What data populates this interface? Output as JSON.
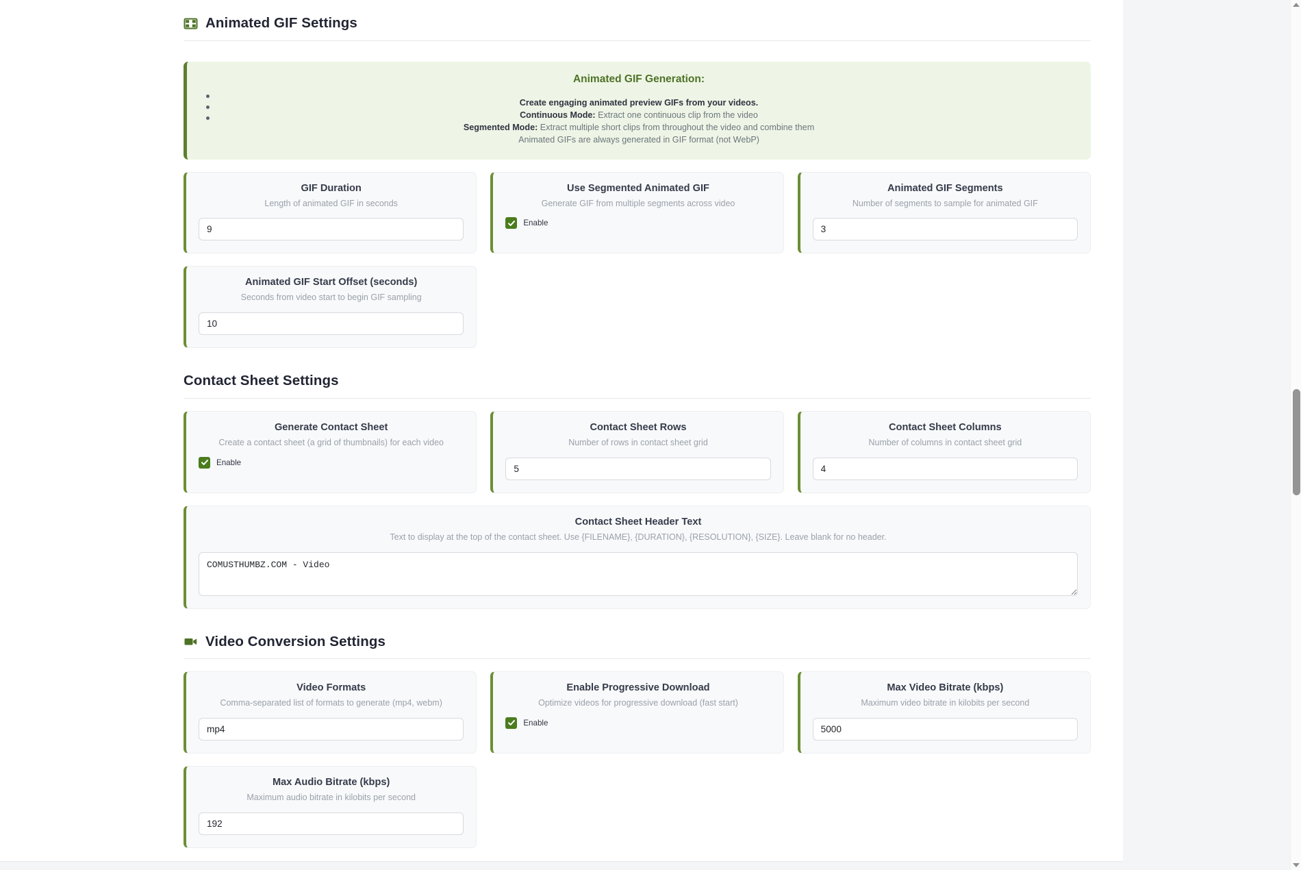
{
  "sections": {
    "gif": {
      "heading": "Animated GIF Settings",
      "icon": "film-grid-icon",
      "banner": {
        "title": "Animated GIF Generation:",
        "lines": [
          "Create engaging animated preview GIFs from your videos.",
          "Continuous Mode: Extract one continuous clip from the video",
          "Segmented Mode: Extract multiple short clips from throughout the video and combine them",
          "Animated GIFs are always generated in GIF format (not WebP)"
        ],
        "line1": "Create engaging animated preview GIFs from your videos.",
        "line2_strong": "Continuous Mode:",
        "line2_rest": " Extract one continuous clip from the video",
        "line3_strong": "Segmented Mode:",
        "line3_rest": " Extract multiple short clips from throughout the video and combine them",
        "line4": "Animated GIFs are always generated in GIF format (not WebP)",
        "bullet_count": 3
      },
      "cards": [
        {
          "title": "GIF Duration",
          "desc": "Length of animated GIF in seconds",
          "value": "9",
          "type": "number"
        },
        {
          "title": "Use Segmented Animated GIF",
          "desc": "Generate GIF from multiple segments across video",
          "checkbox_label": "Enable",
          "checked": true,
          "type": "checkbox"
        },
        {
          "title": "Animated GIF Segments",
          "desc": "Number of segments to sample for animated GIF",
          "value": "3",
          "type": "number"
        },
        {
          "title": "Animated GIF Start Offset (seconds)",
          "desc": "Seconds from video start to begin GIF sampling",
          "value": "10",
          "type": "number"
        }
      ]
    },
    "contact_sheet": {
      "heading": "Contact Sheet Settings",
      "icon": "none",
      "cards": [
        {
          "title": "Generate Contact Sheet",
          "desc": "Create a contact sheet (a grid of thumbnails) for each video",
          "checkbox_label": "Enable",
          "checked": true,
          "type": "checkbox"
        },
        {
          "title": "Contact Sheet Rows",
          "desc": "Number of rows in contact sheet grid",
          "value": "5",
          "type": "number"
        },
        {
          "title": "Contact Sheet Columns",
          "desc": "Number of columns in contact sheet grid",
          "value": "4",
          "type": "number"
        },
        {
          "title": "Contact Sheet Header Text",
          "desc": "Text to display at the top of the contact sheet. Use {FILENAME}, {DURATION}, {RESOLUTION}, {SIZE}. Leave blank for no header.",
          "value": "COMUSTHUMBZ.COM - Video",
          "type": "textarea"
        }
      ]
    },
    "video_conversion": {
      "heading": "Video Conversion Settings",
      "icon": "video-camera-icon",
      "cards": [
        {
          "title": "Video Formats",
          "desc": "Comma-separated list of formats to generate (mp4, webm)",
          "value": "mp4",
          "type": "text"
        },
        {
          "title": "Enable Progressive Download",
          "desc": "Optimize videos for progressive download (fast start)",
          "checkbox_label": "Enable",
          "checked": true,
          "type": "checkbox"
        },
        {
          "title": "Max Video Bitrate (kbps)",
          "desc": "Maximum video bitrate in kilobits per second",
          "value": "5000",
          "type": "number"
        },
        {
          "title": "Max Audio Bitrate (kbps)",
          "desc": "Maximum audio bitrate in kilobits per second",
          "value": "192",
          "type": "number"
        }
      ]
    }
  },
  "colors": {
    "accent_green": "#6b8e35",
    "banner_bg": "#eef5e6",
    "banner_border": "#5d7f2e",
    "checkbox_green": "#4b7c1e",
    "heading_text": "#212533",
    "card_bg": "#f8f9fa"
  },
  "scrollbar": {
    "up_arrow": "scroll-up-arrow",
    "down_arrow": "scroll-down-arrow"
  }
}
